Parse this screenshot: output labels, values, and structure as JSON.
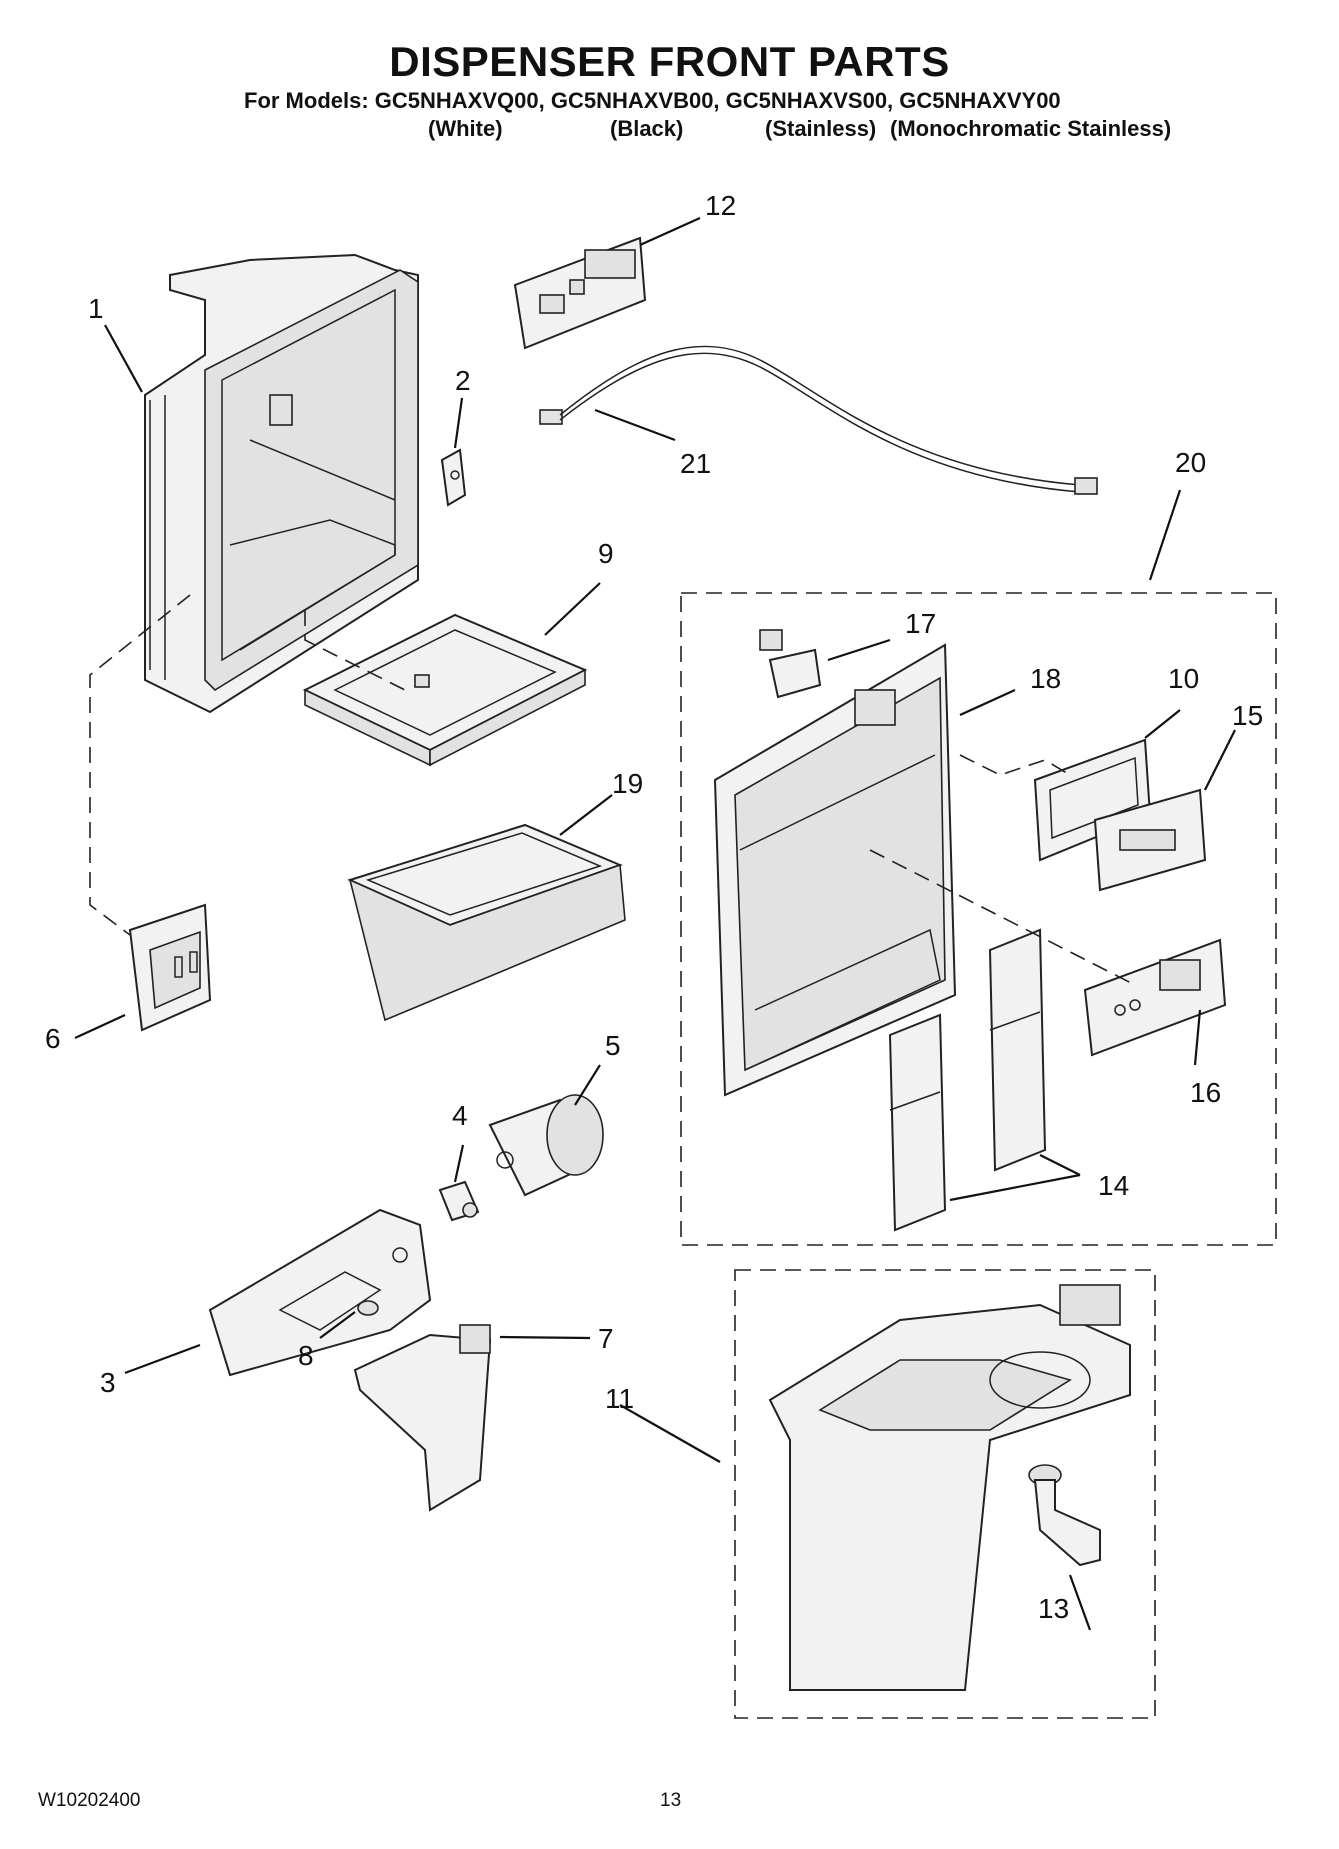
{
  "header": {
    "title": "DISPENSER FRONT PARTS",
    "models_line": "For Models: GC5NHAXVQ00, GC5NHAXVB00, GC5NHAXVS00, GC5NHAXVY00",
    "colors": [
      "(White)",
      "(Black)",
      "(Stainless)",
      "(Monochromatic Stainless)"
    ]
  },
  "callouts": [
    "1",
    "2",
    "3",
    "4",
    "5",
    "6",
    "7",
    "8",
    "9",
    "10",
    "11",
    "12",
    "13",
    "14",
    "15",
    "16",
    "17",
    "18",
    "19",
    "20",
    "21"
  ],
  "footer": {
    "doc_number": "W10202400",
    "page_number": "13"
  }
}
